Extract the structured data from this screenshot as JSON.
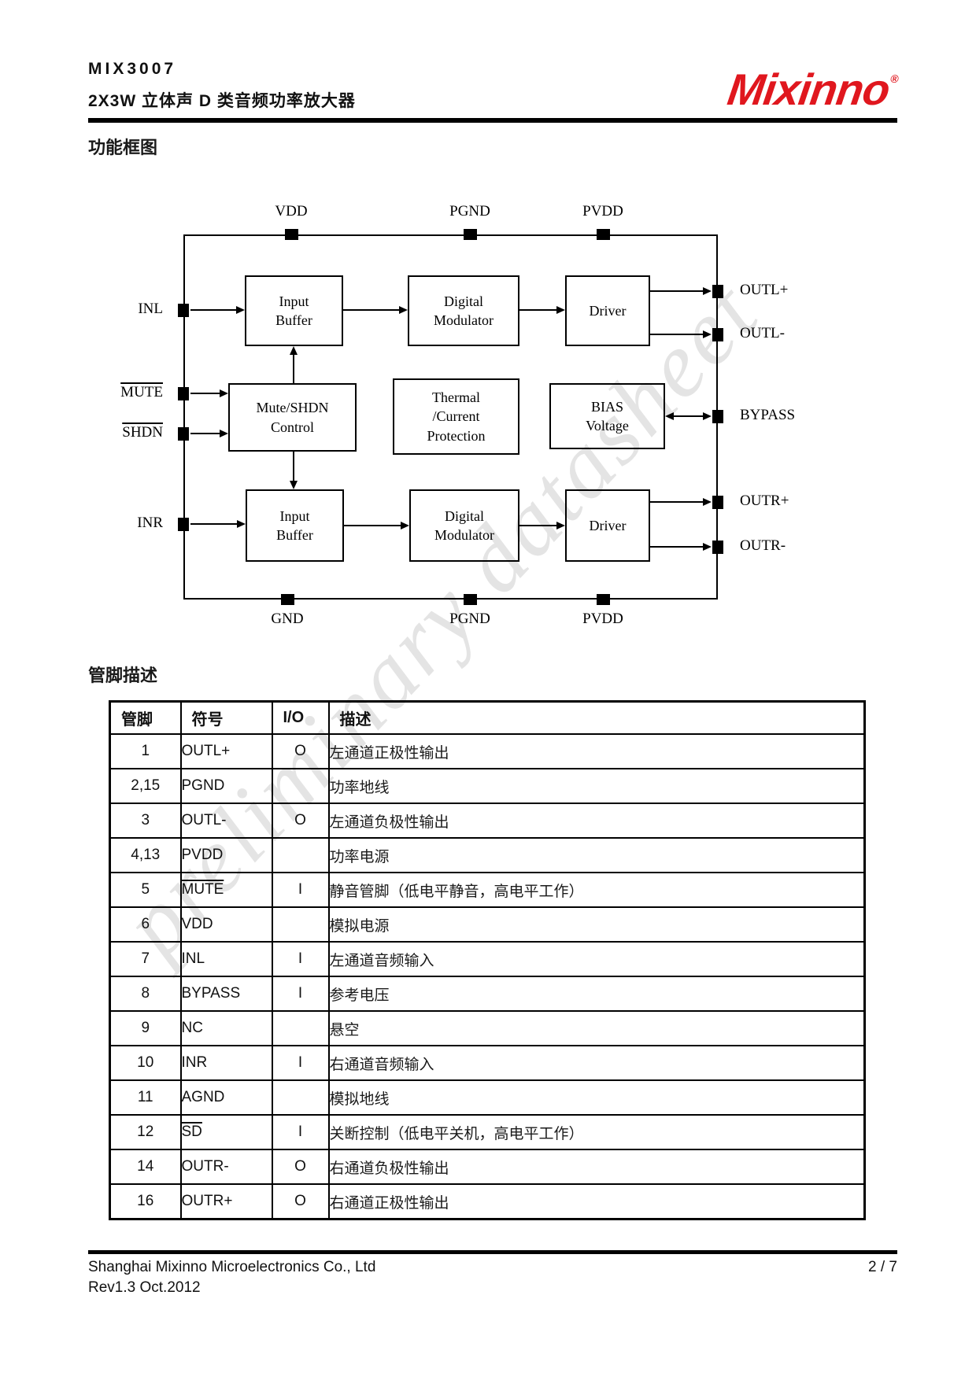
{
  "header": {
    "part_number": "MIX3007",
    "subtitle": "2X3W 立体声 D 类音频功率放大器",
    "logo_text": "Mixinno",
    "logo_reg": "®",
    "logo_color": "#e0171e"
  },
  "watermark": {
    "text": "preliminary datasheet",
    "color": "#e4e4e4"
  },
  "sections": {
    "block_diagram_title": "功能框图",
    "pin_table_title": "管脚描述"
  },
  "diagram": {
    "blocks": [
      {
        "id": "input-buffer-top",
        "lines": [
          "Input",
          "Buffer"
        ]
      },
      {
        "id": "digital-modulator-top",
        "lines": [
          "Digital",
          "Modulator"
        ]
      },
      {
        "id": "driver-top",
        "lines": [
          "Driver"
        ]
      },
      {
        "id": "mute-shdn-control",
        "lines": [
          "Mute/SHDN",
          "Control"
        ]
      },
      {
        "id": "thermal-protection",
        "lines": [
          "Thermal",
          "/Current",
          "Protection"
        ]
      },
      {
        "id": "bias-voltage",
        "lines": [
          "BIAS",
          "Voltage"
        ]
      },
      {
        "id": "input-buffer-bottom",
        "lines": [
          "Input",
          "Buffer"
        ]
      },
      {
        "id": "digital-modulator-bottom",
        "lines": [
          "Digital",
          "Modulator"
        ]
      },
      {
        "id": "driver-bottom",
        "lines": [
          "Driver"
        ]
      }
    ],
    "pins": {
      "top": [
        {
          "id": "vdd-top",
          "label": "VDD"
        },
        {
          "id": "pgnd-top",
          "label": "PGND"
        },
        {
          "id": "pvdd-top",
          "label": "PVDD"
        }
      ],
      "bottom": [
        {
          "id": "gnd-bottom",
          "label": "GND"
        },
        {
          "id": "pgnd-bottom",
          "label": "PGND"
        },
        {
          "id": "pvdd-bottom",
          "label": "PVDD"
        }
      ],
      "left": [
        {
          "id": "inl",
          "label": "INL"
        },
        {
          "id": "mute",
          "label": "MUTE",
          "overline": true
        },
        {
          "id": "shdn",
          "label": "SHDN",
          "overline": true
        },
        {
          "id": "inr",
          "label": "INR"
        }
      ],
      "right": [
        {
          "id": "outl-plus",
          "label": "OUTL+"
        },
        {
          "id": "outl-minus",
          "label": "OUTL-"
        },
        {
          "id": "bypass",
          "label": "BYPASS"
        },
        {
          "id": "outr-plus",
          "label": "OUTR+"
        },
        {
          "id": "outr-minus",
          "label": "OUTR-"
        }
      ]
    }
  },
  "pin_table": {
    "headers": [
      "管脚",
      "符号",
      "I/O",
      "描述"
    ],
    "rows": [
      {
        "pin": "1",
        "symbol": "OUTL+",
        "overline": false,
        "io": "O",
        "desc": "左通道正极性输出"
      },
      {
        "pin": "2,15",
        "symbol": "PGND",
        "overline": false,
        "io": "",
        "desc": "功率地线"
      },
      {
        "pin": "3",
        "symbol": "OUTL-",
        "overline": false,
        "io": "O",
        "desc": "左通道负极性输出"
      },
      {
        "pin": "4,13",
        "symbol": "PVDD",
        "overline": false,
        "io": "",
        "desc": "功率电源"
      },
      {
        "pin": "5",
        "symbol": "MUTE",
        "overline": true,
        "io": "I",
        "desc": "静音管脚（低电平静音，高电平工作）"
      },
      {
        "pin": "6",
        "symbol": "VDD",
        "overline": false,
        "io": "",
        "desc": "模拟电源"
      },
      {
        "pin": "7",
        "symbol": "INL",
        "overline": false,
        "io": "I",
        "desc": "左通道音频输入"
      },
      {
        "pin": "8",
        "symbol": "BYPASS",
        "overline": false,
        "io": "I",
        "desc": "参考电压"
      },
      {
        "pin": "9",
        "symbol": "NC",
        "overline": false,
        "io": "",
        "desc": "悬空"
      },
      {
        "pin": "10",
        "symbol": "INR",
        "overline": false,
        "io": "I",
        "desc": "右通道音频输入"
      },
      {
        "pin": "11",
        "symbol": "AGND",
        "overline": false,
        "io": "",
        "desc": "模拟地线"
      },
      {
        "pin": "12",
        "symbol": "SD",
        "overline": true,
        "io": "I",
        "desc": "关断控制（低电平关机，高电平工作）"
      },
      {
        "pin": "14",
        "symbol": "OUTR-",
        "overline": false,
        "io": "O",
        "desc": "右通道负极性输出"
      },
      {
        "pin": "16",
        "symbol": "OUTR+",
        "overline": false,
        "io": "O",
        "desc": "右通道正极性输出"
      }
    ]
  },
  "footer": {
    "company": "Shanghai Mixinno Microelectronics Co., Ltd",
    "revision": "Rev1.3 Oct.2012",
    "page": "2 / 7"
  }
}
